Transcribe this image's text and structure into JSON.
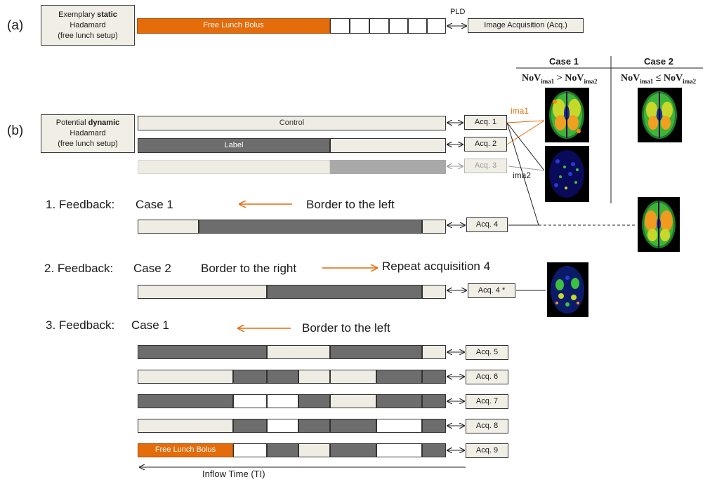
{
  "section_a": {
    "letter": "(a)",
    "setup_line1_pre": "Exemplary ",
    "setup_line1_bold": "static",
    "setup_line2": "Hadamard",
    "setup_line3": "(free lunch setup)",
    "bolus_label": "Free Lunch Bolus",
    "pld_label": "PLD",
    "acq_label": "Image Acquisition (Acq.)"
  },
  "section_b": {
    "letter": "(b)",
    "setup_line1_pre": "Potential ",
    "setup_line1_bold": "dynamic",
    "setup_line2": "Hadamard",
    "setup_line3": "(free lunch setup)",
    "control_label": "Control",
    "label_label": "Label",
    "acq1": "Acq. 1",
    "acq2": "Acq. 2",
    "acq3": "Acq. 3",
    "ima1": "ima1",
    "ima2": "ima2"
  },
  "cases": {
    "case1_header": "Case 1",
    "case2_header": "Case 2",
    "case1_nov": "NoV",
    "case1_sub1": "ima1",
    "case1_op": ">",
    "case1_sub2": "ima2",
    "case2_nov": "NoV",
    "case2_sub1": "ima1",
    "case2_op": "≤",
    "case2_sub2": "ima2"
  },
  "feedback1": {
    "title": "1. Feedback:",
    "case": "Case 1",
    "direction": "Border to the left",
    "acq": "Acq. 4"
  },
  "feedback2": {
    "title": "2. Feedback:",
    "case": "Case 2",
    "direction": "Border to the right",
    "action": "Repeat acquisition 4",
    "acq": "Acq. 4 *"
  },
  "feedback3": {
    "title": "3. Feedback:",
    "case": "Case 1",
    "direction": "Border to the left",
    "acqs": [
      "Acq. 5",
      "Acq. 6",
      "Acq. 7",
      "Acq. 8",
      "Acq. 9"
    ],
    "bolus_label": "Free Lunch Bolus"
  },
  "axis_label": "Inflow Time (TI)",
  "colors": {
    "orange": "#e46c0a",
    "dark_segment": "#6d6d6d",
    "light_segment": "#efece4"
  }
}
